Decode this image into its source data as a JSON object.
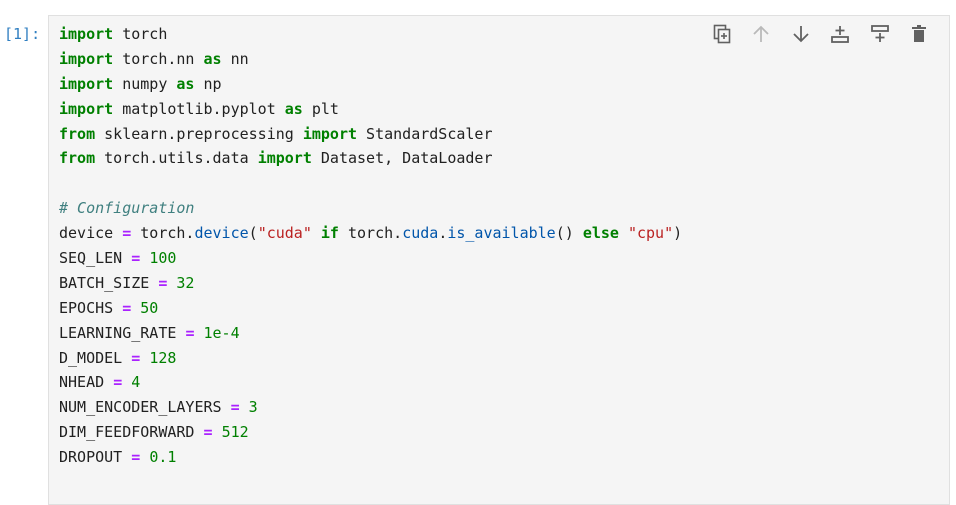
{
  "cell": {
    "prompt": "[1]:",
    "lines": [
      [
        {
          "t": "import",
          "c": "kw"
        },
        {
          "t": " torch",
          "c": "name"
        }
      ],
      [
        {
          "t": "import",
          "c": "kw"
        },
        {
          "t": " torch.nn ",
          "c": "name"
        },
        {
          "t": "as",
          "c": "kw"
        },
        {
          "t": " nn",
          "c": "name"
        }
      ],
      [
        {
          "t": "import",
          "c": "kw"
        },
        {
          "t": " numpy ",
          "c": "name"
        },
        {
          "t": "as",
          "c": "kw"
        },
        {
          "t": " np",
          "c": "name"
        }
      ],
      [
        {
          "t": "import",
          "c": "kw"
        },
        {
          "t": " matplotlib.pyplot ",
          "c": "name"
        },
        {
          "t": "as",
          "c": "kw"
        },
        {
          "t": " plt",
          "c": "name"
        }
      ],
      [
        {
          "t": "from",
          "c": "kw"
        },
        {
          "t": " sklearn.preprocessing ",
          "c": "name"
        },
        {
          "t": "import",
          "c": "kw"
        },
        {
          "t": " StandardScaler",
          "c": "name"
        }
      ],
      [
        {
          "t": "from",
          "c": "kw"
        },
        {
          "t": " torch.utils.data ",
          "c": "name"
        },
        {
          "t": "import",
          "c": "kw"
        },
        {
          "t": " Dataset, DataLoader",
          "c": "name"
        }
      ],
      [],
      [
        {
          "t": "# Configuration",
          "c": "cm"
        }
      ],
      [
        {
          "t": "device ",
          "c": "name"
        },
        {
          "t": "=",
          "c": "op"
        },
        {
          "t": " torch.",
          "c": "name"
        },
        {
          "t": "device",
          "c": "attr"
        },
        {
          "t": "(",
          "c": "name"
        },
        {
          "t": "\"cuda\"",
          "c": "str"
        },
        {
          "t": " ",
          "c": "name"
        },
        {
          "t": "if",
          "c": "kw"
        },
        {
          "t": " torch.",
          "c": "name"
        },
        {
          "t": "cuda",
          "c": "attr"
        },
        {
          "t": ".",
          "c": "name"
        },
        {
          "t": "is_available",
          "c": "attr"
        },
        {
          "t": "() ",
          "c": "name"
        },
        {
          "t": "else",
          "c": "kw"
        },
        {
          "t": " ",
          "c": "name"
        },
        {
          "t": "\"cpu\"",
          "c": "str"
        },
        {
          "t": ")",
          "c": "name"
        }
      ],
      [
        {
          "t": "SEQ_LEN ",
          "c": "name"
        },
        {
          "t": "=",
          "c": "op"
        },
        {
          "t": " ",
          "c": "name"
        },
        {
          "t": "100",
          "c": "num"
        }
      ],
      [
        {
          "t": "BATCH_SIZE ",
          "c": "name"
        },
        {
          "t": "=",
          "c": "op"
        },
        {
          "t": " ",
          "c": "name"
        },
        {
          "t": "32",
          "c": "num"
        }
      ],
      [
        {
          "t": "EPOCHS ",
          "c": "name"
        },
        {
          "t": "=",
          "c": "op"
        },
        {
          "t": " ",
          "c": "name"
        },
        {
          "t": "50",
          "c": "num"
        }
      ],
      [
        {
          "t": "LEARNING_RATE ",
          "c": "name"
        },
        {
          "t": "=",
          "c": "op"
        },
        {
          "t": " ",
          "c": "name"
        },
        {
          "t": "1e-4",
          "c": "num"
        }
      ],
      [
        {
          "t": "D_MODEL ",
          "c": "name"
        },
        {
          "t": "=",
          "c": "op"
        },
        {
          "t": " ",
          "c": "name"
        },
        {
          "t": "128",
          "c": "num"
        }
      ],
      [
        {
          "t": "NHEAD ",
          "c": "name"
        },
        {
          "t": "=",
          "c": "op"
        },
        {
          "t": " ",
          "c": "name"
        },
        {
          "t": "4",
          "c": "num"
        }
      ],
      [
        {
          "t": "NUM_ENCODER_LAYERS ",
          "c": "name"
        },
        {
          "t": "=",
          "c": "op"
        },
        {
          "t": " ",
          "c": "name"
        },
        {
          "t": "3",
          "c": "num"
        }
      ],
      [
        {
          "t": "DIM_FEEDFORWARD ",
          "c": "name"
        },
        {
          "t": "=",
          "c": "op"
        },
        {
          "t": " ",
          "c": "name"
        },
        {
          "t": "512",
          "c": "num"
        }
      ],
      [
        {
          "t": "DROPOUT ",
          "c": "name"
        },
        {
          "t": "=",
          "c": "op"
        },
        {
          "t": " ",
          "c": "name"
        },
        {
          "t": "0.1",
          "c": "num"
        }
      ]
    ]
  },
  "toolbar": {
    "buttons": [
      {
        "icon": "duplicate-icon",
        "enabled": true
      },
      {
        "icon": "move-up-icon",
        "enabled": false
      },
      {
        "icon": "move-down-icon",
        "enabled": true
      },
      {
        "icon": "insert-above-icon",
        "enabled": true
      },
      {
        "icon": "insert-below-icon",
        "enabled": true
      },
      {
        "icon": "delete-icon",
        "enabled": true
      }
    ]
  },
  "colors": {
    "prompt": "#307fc1",
    "cell_bg": "#f5f5f5",
    "keyword": "#008000",
    "operator": "#aa22ff",
    "string": "#ba2121",
    "comment": "#408080"
  }
}
